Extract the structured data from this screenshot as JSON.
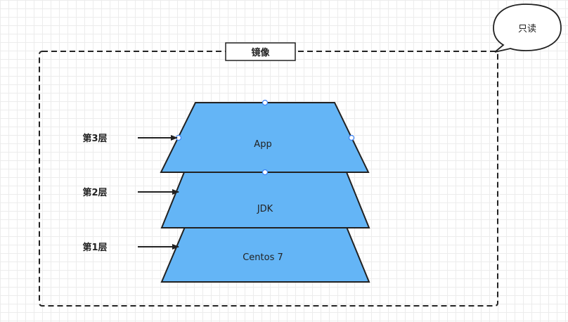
{
  "container": {
    "title": "镜像"
  },
  "callout": {
    "text": "只读"
  },
  "layers": [
    {
      "name": "App",
      "label": "第3层"
    },
    {
      "name": "JDK",
      "label": "第2层"
    },
    {
      "name": "Centos 7",
      "label": "第1层"
    }
  ],
  "colors": {
    "layer_fill": "#64B5F6",
    "stroke": "#222222"
  }
}
